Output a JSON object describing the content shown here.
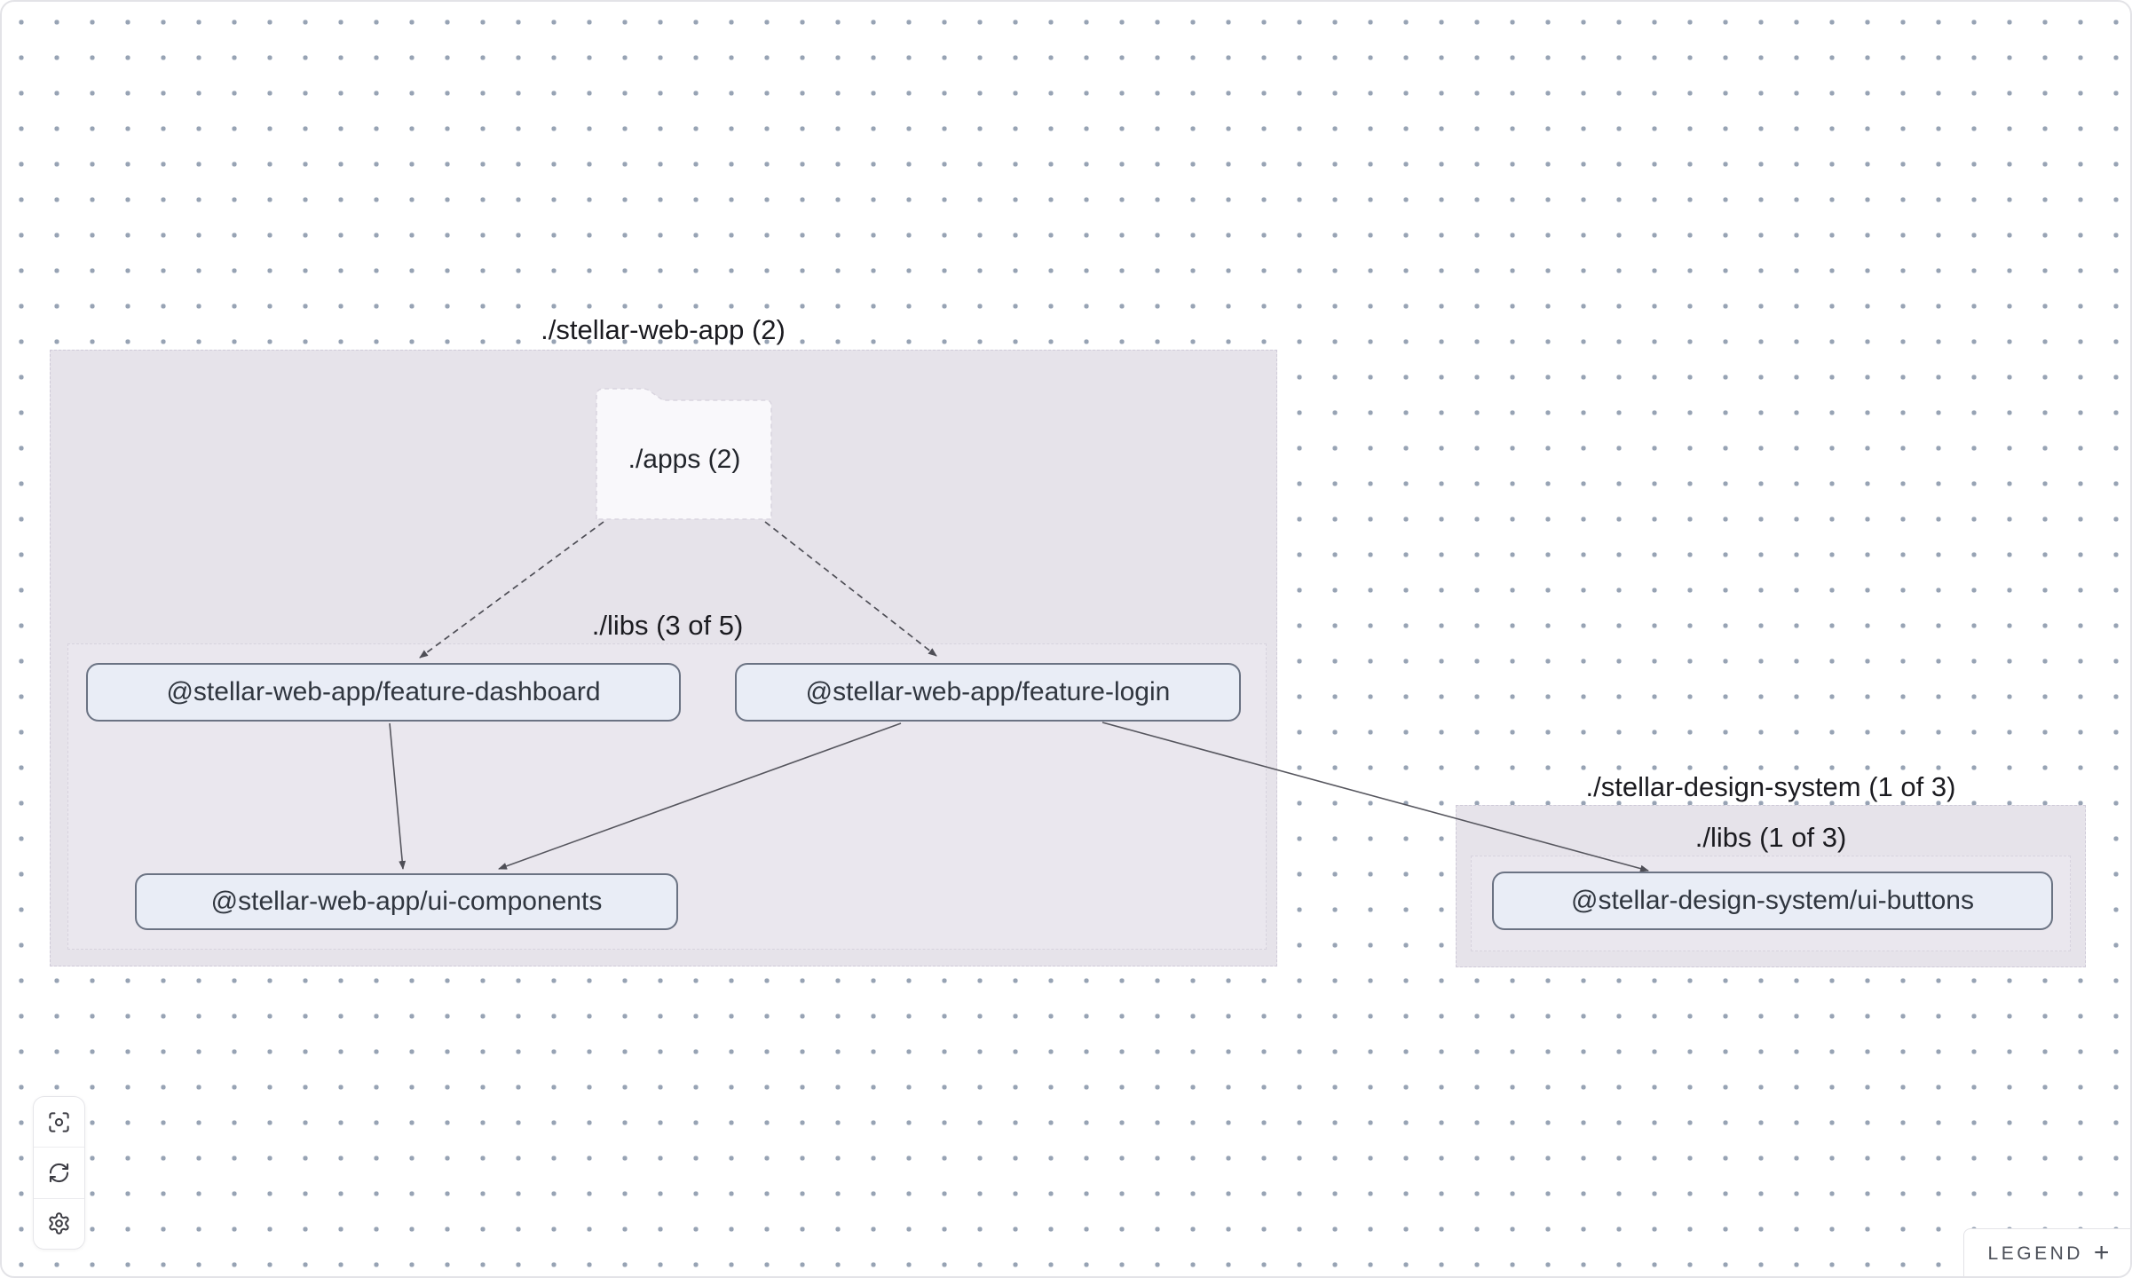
{
  "app": {
    "name": "project dependency graph"
  },
  "canvas": {
    "groups": [
      {
        "id": "stellar-web-app",
        "label": "./stellar-web-app (2)",
        "folder": {
          "label": "./apps (2)"
        },
        "subgroup": {
          "label": "./libs (3 of 5)"
        }
      },
      {
        "id": "stellar-design-system",
        "label": "./stellar-design-system (1 of 3)",
        "subgroup": {
          "label": "./libs (1 of 3)"
        }
      }
    ],
    "nodes": [
      {
        "id": "feature-dashboard",
        "label": "@stellar-web-app/feature-dashboard"
      },
      {
        "id": "feature-login",
        "label": "@stellar-web-app/feature-login"
      },
      {
        "id": "ui-components",
        "label": "@stellar-web-app/ui-components"
      },
      {
        "id": "ui-buttons",
        "label": "@stellar-design-system/ui-buttons"
      }
    ],
    "edges": [
      {
        "from": "apps-folder",
        "to": "feature-dashboard",
        "style": "dashed"
      },
      {
        "from": "apps-folder",
        "to": "feature-login",
        "style": "dashed"
      },
      {
        "from": "feature-dashboard",
        "to": "ui-components",
        "style": "solid"
      },
      {
        "from": "feature-login",
        "to": "ui-components",
        "style": "solid"
      },
      {
        "from": "feature-login",
        "to": "ui-buttons",
        "style": "solid"
      }
    ]
  },
  "toolbar": {
    "buttons": [
      {
        "icon": "focus-icon"
      },
      {
        "icon": "refresh-icon"
      },
      {
        "icon": "settings-icon"
      }
    ]
  },
  "legend": {
    "label": "LEGEND",
    "expand": "+"
  },
  "colors": {
    "background": "#ffffff",
    "grid_dot": "#97a3b4",
    "group_fill": "#e6e3ea",
    "subgroup_fill": "#eae7ee",
    "folder_fill": "#f9f8fb",
    "node_fill": "#e9edf6",
    "node_border": "#6b7383",
    "edge": "#52525a",
    "label_text": "#1b1b20"
  }
}
